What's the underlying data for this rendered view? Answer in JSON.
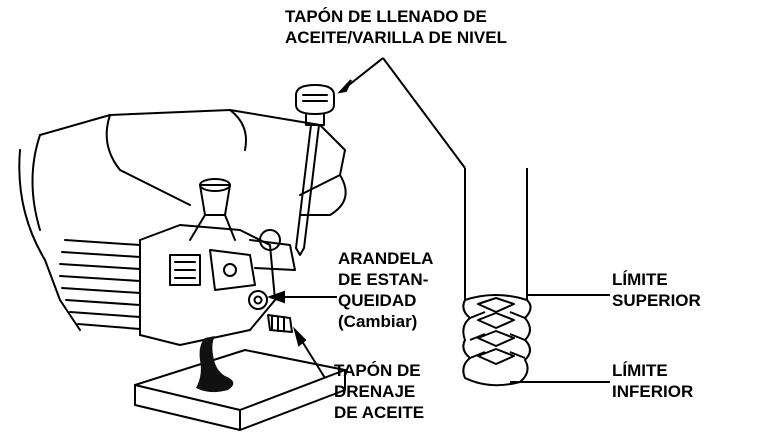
{
  "labels": {
    "fill_cap": {
      "line1": "TAPÓN DE LLENADO DE",
      "line2": "ACEITE/VARILLA DE NIVEL"
    },
    "washer": {
      "line1": "ARANDELA",
      "line2": "DE ESTAN-",
      "line3": "QUEIDAD",
      "line4": "(Cambiar)"
    },
    "drain_plug": {
      "line1": "TAPÓN DE",
      "line2": "DRENAJE",
      "line3": "DE ACEITE"
    },
    "upper_limit": {
      "line1": "LÍMITE",
      "line2": "SUPERIOR"
    },
    "lower_limit": {
      "line1": "LÍMITE",
      "line2": "INFERIOR"
    }
  },
  "colors": {
    "ink": "#000000",
    "paper": "#ffffff",
    "oil": "#111111"
  }
}
